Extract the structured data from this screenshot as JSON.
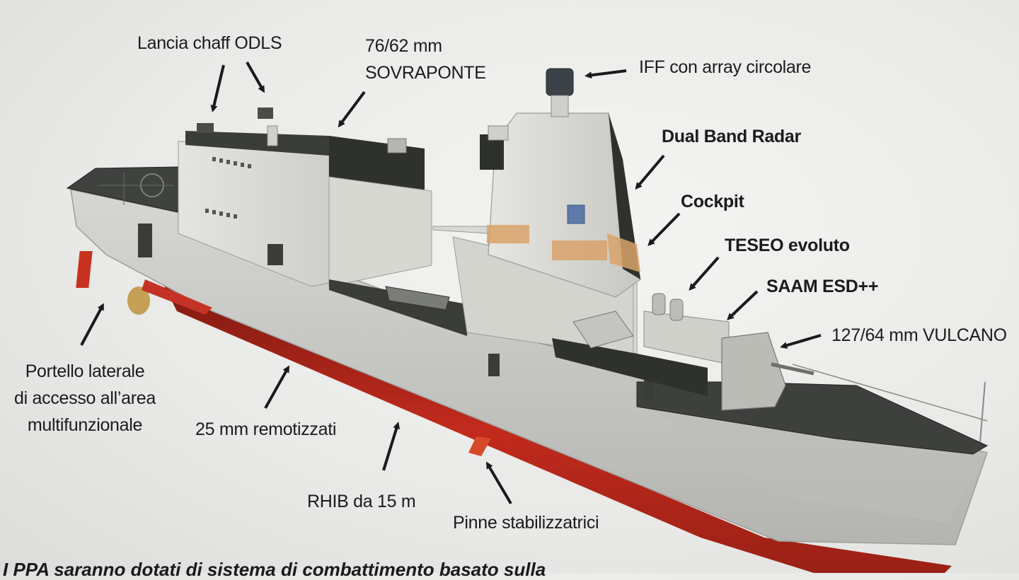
{
  "labels": {
    "chaff": "Lancia chaff ODLS",
    "gun76_line1": "76/62 mm",
    "gun76_line2": "SOVRAPONTE",
    "iff": "IFF con array circolare",
    "radar": "Dual Band Radar",
    "cockpit": "Cockpit",
    "teseo": "TESEO evoluto",
    "saam": "SAAM ESD++",
    "vulcano": "127/64 mm VULCANO",
    "portello_line1": "Portello laterale",
    "portello_line2": "di accesso all’area",
    "portello_line3": "multifunzionale",
    "remotized": "25 mm remotizzati",
    "rhib": "RHIB da 15 m",
    "pinne": "Pinne stabilizzatrici"
  },
  "caption": "I PPA saranno dotati di sistema di combattimento basato sulla",
  "colors": {
    "hull_gray": "#c9c9c6",
    "superstructure": "#dcdcd7",
    "deck_dark": "#3a3c39",
    "antifouling_red": "#c0281c",
    "arrow": "#1a1a1a"
  }
}
